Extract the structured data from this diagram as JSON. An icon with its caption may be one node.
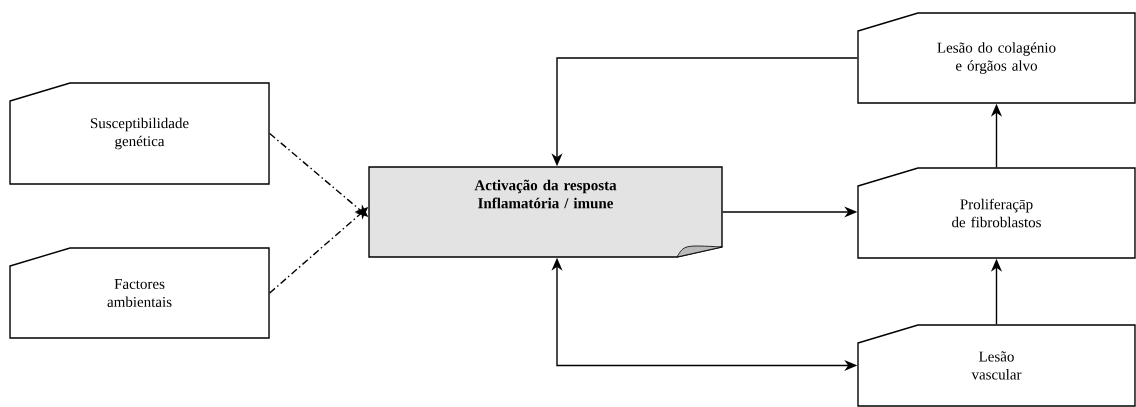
{
  "diagram": {
    "nodes": [
      {
        "text": [
          "Susceptibilidade genética"
        ]
      },
      {
        "text": [
          "Factores ambientais"
        ]
      },
      {
        "text": [
          "Activação da resposta Inflamatória / imune"
        ]
      },
      {
        "text": [
          "Lesão do colagénio e órgãos alvo"
        ]
      },
      {
        "text": [
          "Proliferaçāp de fibroblastos"
        ]
      },
      {
        "text": [
          "Lesão vascular"
        ]
      }
    ],
    "edges": [
      {
        "from": 0,
        "to": 2,
        "arrow": "to",
        "style": "dashed"
      },
      {
        "from": 1,
        "to": 2,
        "arrow": "to",
        "style": "dashed"
      },
      {
        "from": 3,
        "to": 2,
        "arrow": "to"
      },
      {
        "from": 2,
        "to": 4,
        "arrow": "to"
      },
      {
        "from": 2,
        "to": 5,
        "arrow": "both"
      },
      {
        "from": 5,
        "to": 4,
        "arrow": "to"
      },
      {
        "from": 4,
        "to": 3,
        "arrow": "to"
      }
    ]
  }
}
